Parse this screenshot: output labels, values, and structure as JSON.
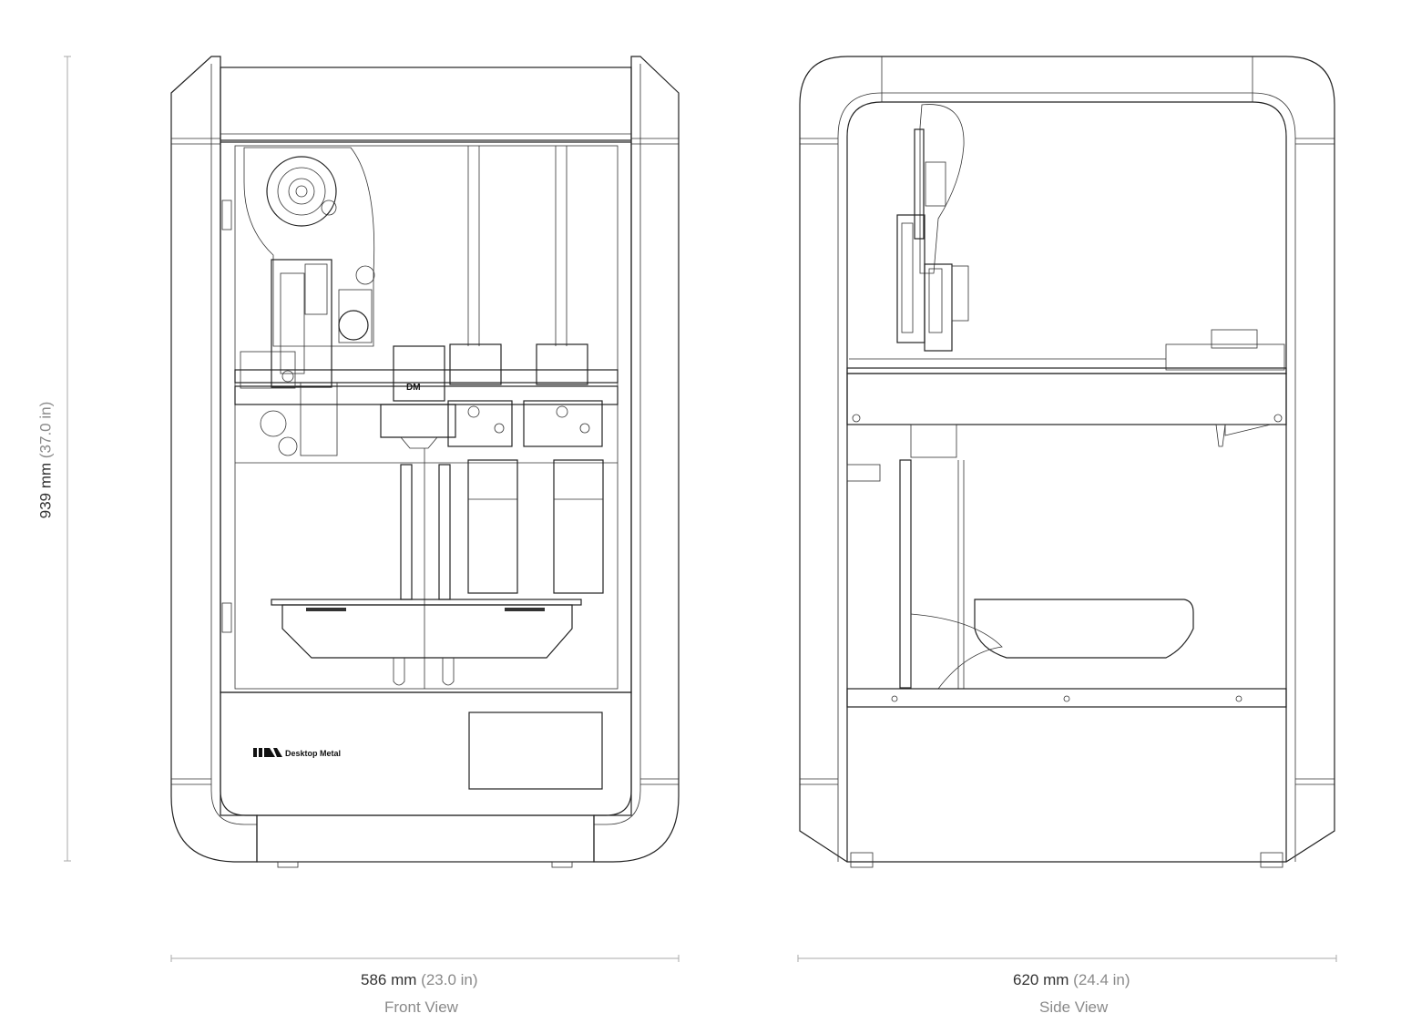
{
  "dimensions": {
    "height": {
      "metric": "939 mm",
      "imperial": "(37.0 in)"
    },
    "front_width": {
      "metric": "586 mm",
      "imperial": "(23.0 in)"
    },
    "side_width": {
      "metric": "620 mm",
      "imperial": "(24.4 in)"
    }
  },
  "views": {
    "front": {
      "label": "Front View"
    },
    "side": {
      "label": "Side View"
    }
  },
  "brand": {
    "name": "Desktop Metal",
    "mark": "DM"
  },
  "colors": {
    "line": "#222222",
    "dimension_line": "#aaaaaa",
    "secondary_text": "#8a8a8a"
  }
}
